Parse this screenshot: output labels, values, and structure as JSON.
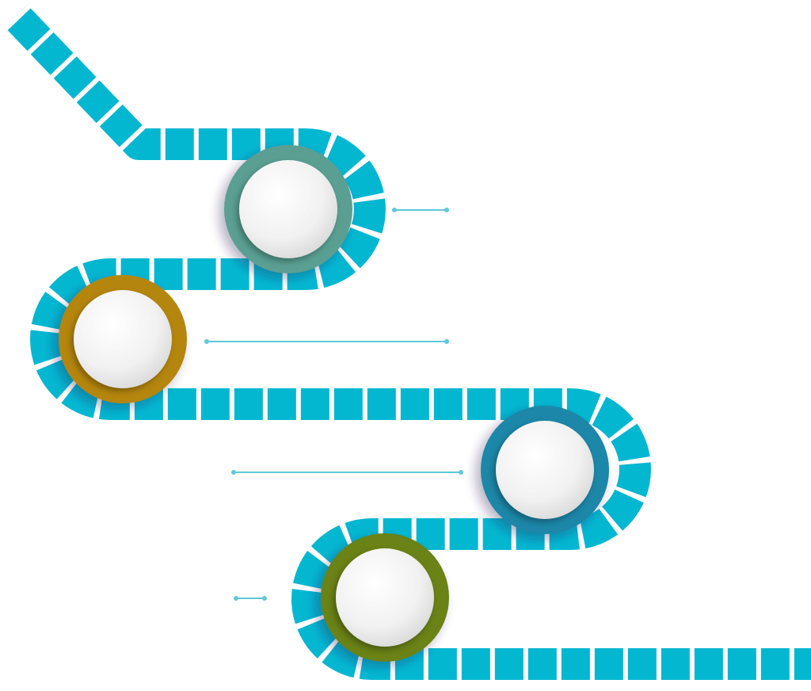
{
  "diagram": {
    "band_color": "#04b7d1",
    "gap_color": "#ffffff",
    "connector_color": "#5fc8d8",
    "milestones": [
      {
        "id": "step-1",
        "ring_color": "#5a9f92"
      },
      {
        "id": "step-2",
        "ring_color": "#b5860c"
      },
      {
        "id": "step-3",
        "ring_color": "#1a87a8"
      },
      {
        "id": "step-4",
        "ring_color": "#6a8212"
      }
    ]
  }
}
